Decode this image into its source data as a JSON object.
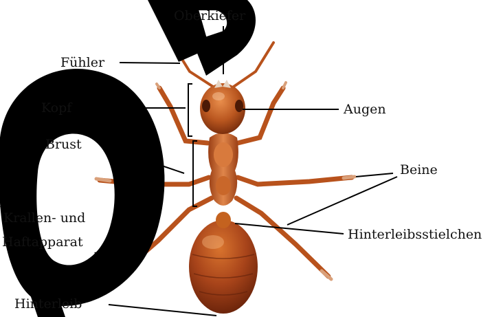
{
  "labels": {
    "oberkiefer": "Oberkiefer",
    "fuehler": "Fühler",
    "kopf": "Kopf",
    "augen": "Augen",
    "brust": "Brust",
    "beine": "Beine",
    "krallen": "Krallen- und",
    "haftapparat": "Haftapparat",
    "hinterleibsstielchen": "Hinterleibsstielchen",
    "hinterleib": "Hinterleib"
  },
  "colors": {
    "ant_body": "#b8521c",
    "ant_dark": "#7a2e0c",
    "ant_light": "#e3874a",
    "watermark": "#000000",
    "line": "#000000"
  }
}
